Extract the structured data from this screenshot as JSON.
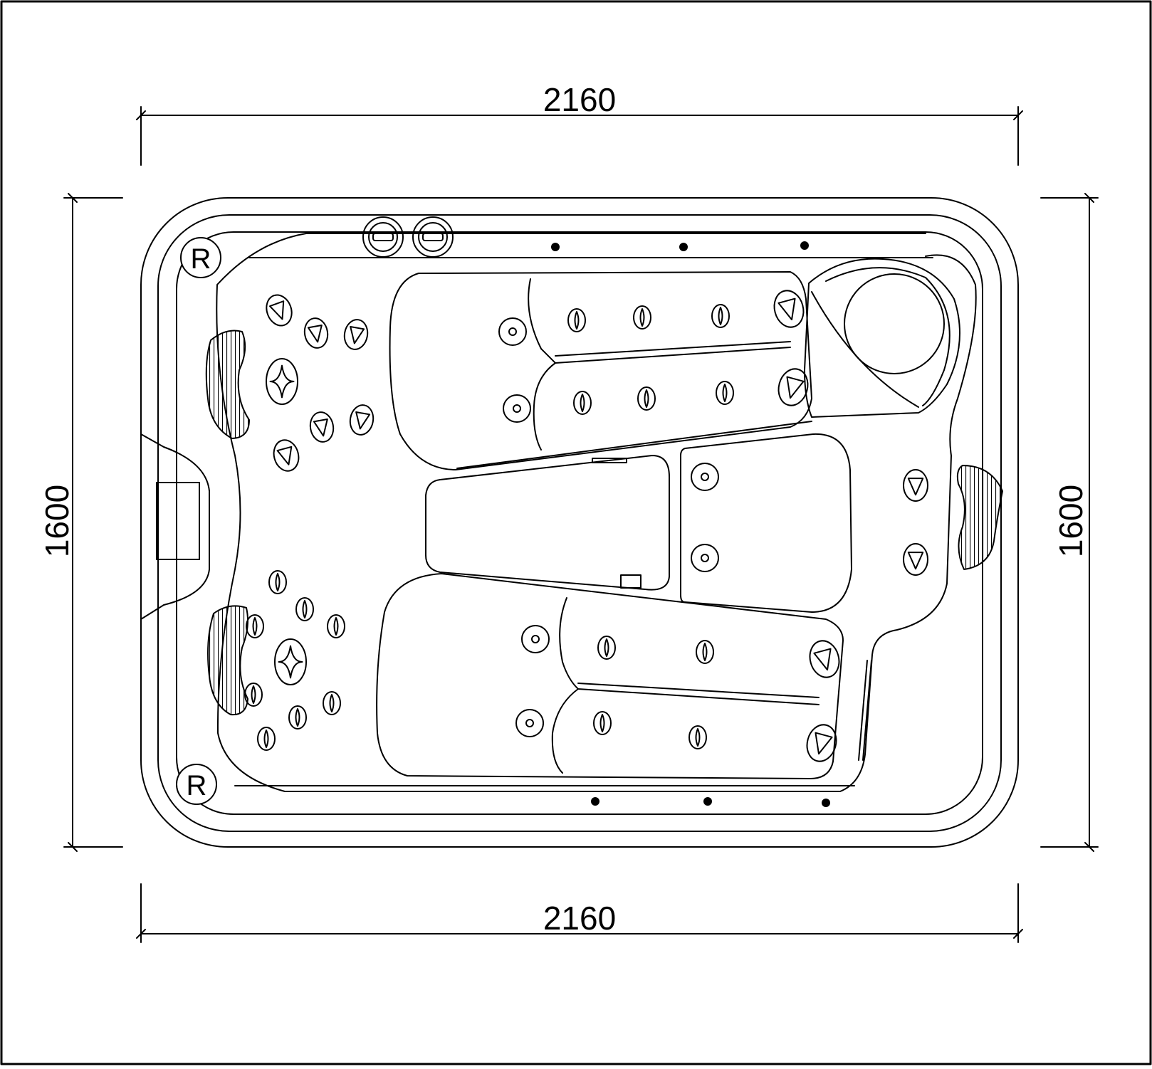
{
  "drawing": {
    "line_color": "#000000",
    "background": "#ffffff",
    "dimensions": {
      "top_width": "2160",
      "bottom_width": "2160",
      "left_height": "1600",
      "right_height": "1600"
    },
    "markers": {
      "top_left": "R",
      "bottom_left": "R"
    }
  }
}
